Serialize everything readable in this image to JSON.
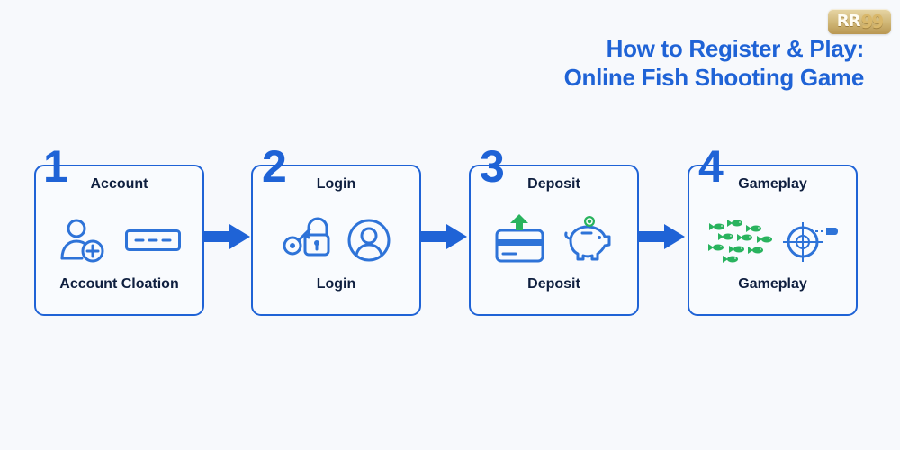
{
  "logo": {
    "text_left": "RR",
    "text_right": "99"
  },
  "heading": {
    "line1": "How to Register & Play:",
    "line2": "Online Fish Shooting Game"
  },
  "steps": [
    {
      "number": "1",
      "title": "Account",
      "caption": "Account Cloation",
      "icons": [
        "user-add-icon",
        "password-field-icon"
      ]
    },
    {
      "number": "2",
      "title": "Login",
      "caption": "Login",
      "icons": [
        "key-lock-icon",
        "user-circle-icon"
      ]
    },
    {
      "number": "3",
      "title": "Deposit",
      "caption": "Deposit",
      "icons": [
        "card-upload-icon",
        "piggy-bank-icon"
      ]
    },
    {
      "number": "4",
      "title": "Gameplay",
      "caption": "Gameplay",
      "icons": [
        "fish-school-icon",
        "crosshair-icon"
      ]
    }
  ],
  "colors": {
    "accent": "#1f63d6",
    "text": "#0f1f3f",
    "icon_blue": "#2e73d8",
    "icon_green": "#29b35e",
    "background": "#f7f9fc"
  }
}
